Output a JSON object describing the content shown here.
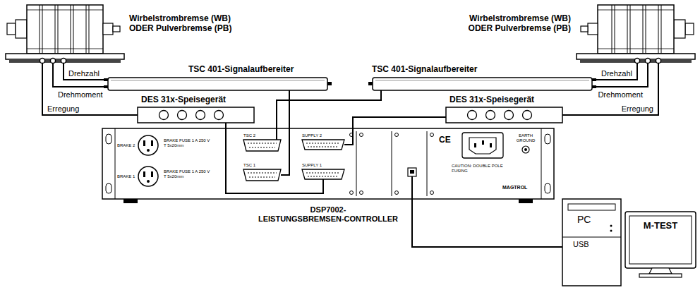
{
  "diagram": {
    "nodes": [
      {
        "text": [
          "Wirbelstrombremse (WB) ODER Pulverbremse (PB)"
        ]
      },
      {
        "text": [
          "TSC 401-Signalaufbereiter"
        ]
      },
      {
        "text": [
          "DES 31x-Speisegerät"
        ]
      },
      {
        "text": [
          "Wirbelstrombremse (WB) ODER Pulverbremse (PB)"
        ]
      },
      {
        "text": [
          "TSC 401-Signalaufbereiter"
        ]
      },
      {
        "text": [
          "DES 31x-Speisegerät"
        ]
      },
      {
        "text": [
          "DSP7002- LEISTUNGSBREMSEN-CONTROLLER"
        ]
      },
      {
        "text": [
          "TSC 2"
        ],
        "in": 6
      },
      {
        "text": [
          "TSC 1"
        ],
        "in": 6
      },
      {
        "text": [
          "SUPPLY 2"
        ],
        "in": 6
      },
      {
        "text": [
          "SUPPLY 1"
        ],
        "in": 6
      },
      {
        "text": [
          "PC",
          "USB"
        ]
      },
      {
        "text": [
          "M-TEST"
        ]
      }
    ],
    "edges": [
      {
        "from": 0,
        "to": 1,
        "label": "Drehzahl",
        "arrow": "none"
      },
      {
        "from": 0,
        "to": 1,
        "label": "Drehmoment",
        "arrow": "none"
      },
      {
        "from": 0,
        "to": 2,
        "label": "Erregung",
        "arrow": "none"
      },
      {
        "from": 3,
        "to": 4,
        "label": "Drehzahl",
        "arrow": "none"
      },
      {
        "from": 3,
        "to": 4,
        "label": "Drehmoment",
        "arrow": "none"
      },
      {
        "from": 3,
        "to": 5,
        "label": "Erregung",
        "arrow": "none"
      },
      {
        "from": 1,
        "to": 8,
        "arrow": "none"
      },
      {
        "from": 4,
        "to": 7,
        "arrow": "none"
      },
      {
        "from": 2,
        "to": 10,
        "arrow": "none"
      },
      {
        "from": 5,
        "to": 9,
        "arrow": "none"
      },
      {
        "from": 6,
        "to": 11,
        "arrow": "none"
      }
    ],
    "labels": [
      "BRAKE 2",
      "BRAKE FUSE 1 A 250 V T 5x20mm",
      "BRAKE 1",
      "BRAKE FUSE 1 A 250 V T 5x20mm",
      "CE",
      "EARTH GROUND",
      "CAUTION: DOUBLE POLE FUSING",
      "MAGTROL"
    ]
  }
}
